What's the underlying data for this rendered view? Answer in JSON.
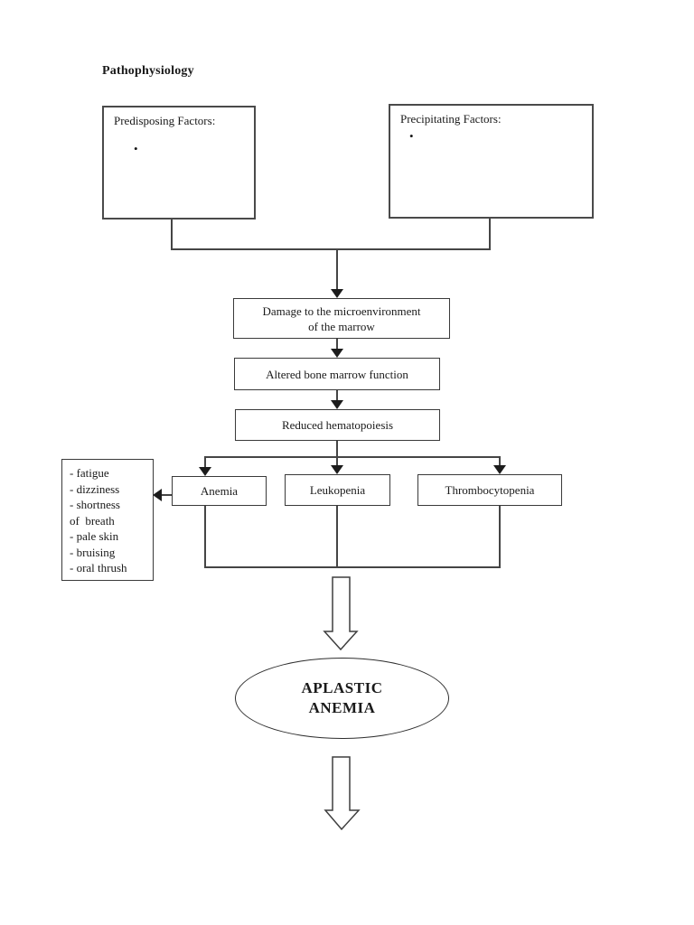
{
  "title": "Pathophysiology",
  "factors": {
    "predisposing": {
      "label": "Predisposing Factors:",
      "bullet": "•"
    },
    "precipitating": {
      "label": "Precipitating Factors:",
      "bullet": "•"
    }
  },
  "process": {
    "damage_line1": "Damage to the microenvironment",
    "damage_line2": "of the marrow",
    "altered": "Altered bone marrow function",
    "reduced": "Reduced hematopoiesis"
  },
  "cytopenias": {
    "anemia": "Anemia",
    "leukopenia": "Leukopenia",
    "thrombocytopenia": "Thrombocytopenia"
  },
  "symptoms": [
    "- fatigue",
    "- dizziness",
    "- shortness",
    "of  breath",
    "- pale skin",
    "- bruising",
    "- oral thrush"
  ],
  "outcome": {
    "line1": "APLASTIC",
    "line2": "ANEMIA"
  },
  "colors": {
    "background": "#ffffff",
    "box_border": "#3a3a3a",
    "line": "#454545",
    "text": "#1a1a1a"
  }
}
